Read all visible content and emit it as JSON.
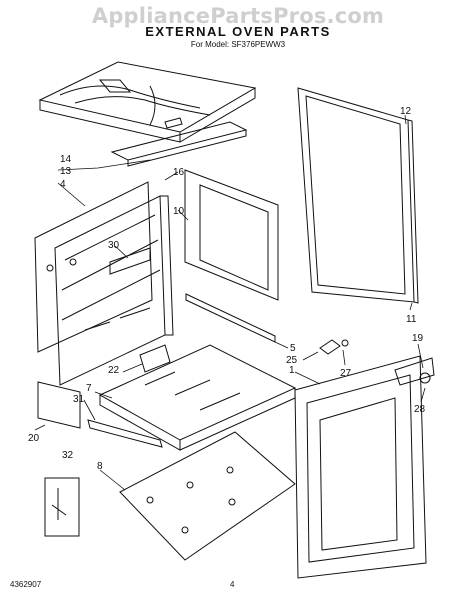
{
  "watermark": "AppliancePartsPros.com",
  "title": "EXTERNAL OVEN PARTS",
  "model": "For Model: SF376PEWW3",
  "footer": {
    "document_number": "4362907",
    "page_number": "4"
  },
  "callouts": [
    "1",
    "4",
    "5",
    "7",
    "8",
    "10",
    "11",
    "12",
    "13",
    "14",
    "16",
    "19",
    "20",
    "22",
    "25",
    "27",
    "28",
    "30",
    "31",
    "32"
  ]
}
